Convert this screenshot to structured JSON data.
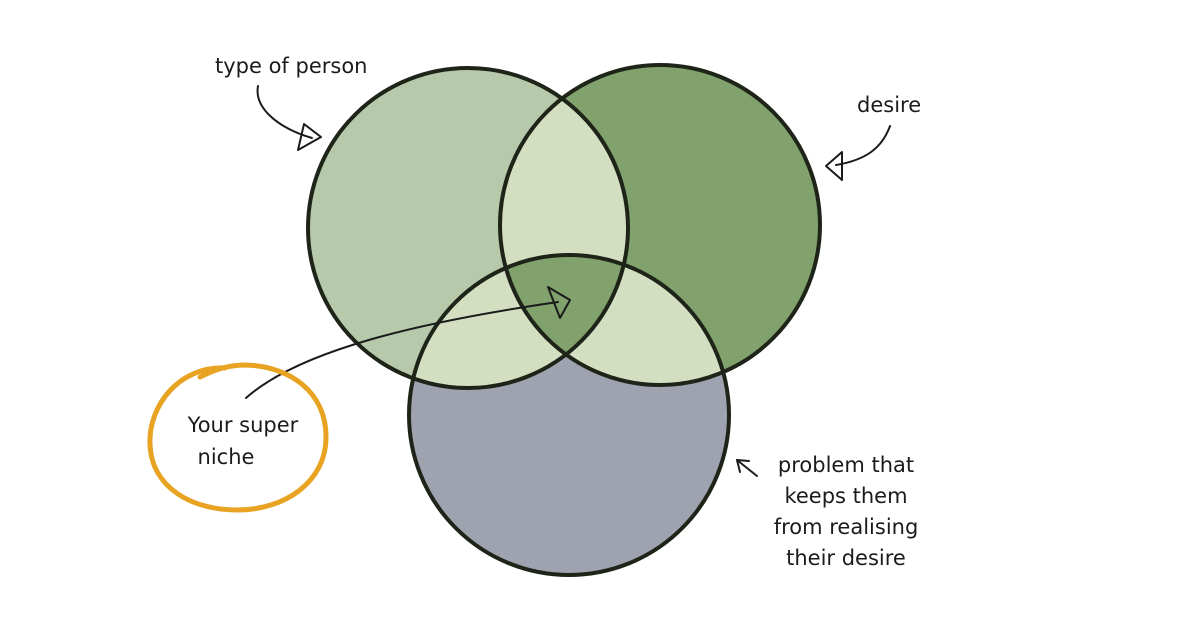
{
  "diagram": {
    "circles": [
      {
        "id": "type-of-person",
        "label": "type of person",
        "color": "#b6c9aa"
      },
      {
        "id": "desire",
        "label": "desire",
        "color": "#81a26c"
      },
      {
        "id": "problem",
        "label_lines": [
          "problem that",
          "keeps them",
          "from realising",
          "their desire"
        ],
        "color": "#9fa3b0"
      }
    ],
    "overlap_colors": {
      "pairwise": "#d4dfc1",
      "center": "#81a26c"
    },
    "outline_color": "#1f2419",
    "niche": {
      "label_lines": [
        "Your super",
        "niche"
      ],
      "ring_color": "#e9a322"
    }
  }
}
